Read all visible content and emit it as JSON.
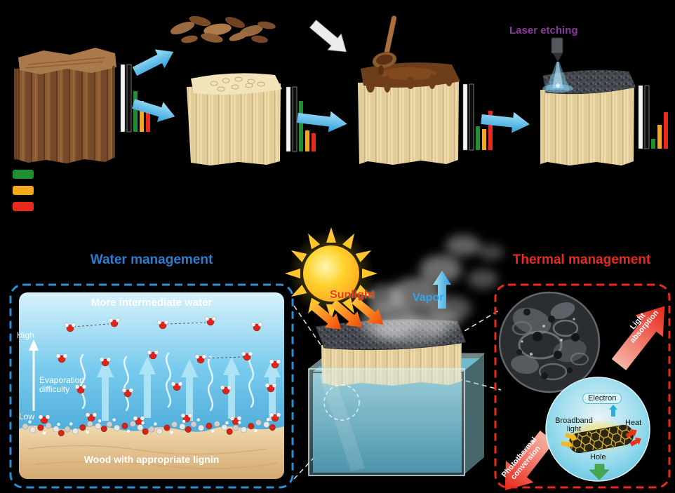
{
  "figure": {
    "background": "#000000"
  },
  "process": {
    "laser_label": "Laser etching"
  },
  "legend": {
    "green": "#1f8f2f",
    "orange": "#f5a81c",
    "red": "#e8291c"
  },
  "water_panel": {
    "accent": "#2a7fd4",
    "title": "Water management",
    "header": "More intermediate water",
    "axis_high": "High",
    "axis_low": "Low",
    "axis_caption": "Evaporation difficulty",
    "footer": "Wood with appropriate lignin"
  },
  "center_scene": {
    "sunlight_label": "Sunlight",
    "vapor_label": "Vapor"
  },
  "thermal_panel": {
    "accent": "#ea2a1c",
    "title": "Thermal management",
    "arrow_top_label": "Light absorption",
    "arrow_bottom_label": "Photothermal conversion",
    "electron_label": "Electron",
    "broadband_label": "Broadband light",
    "heat_label": "Heat",
    "hole_label": "Hole"
  }
}
